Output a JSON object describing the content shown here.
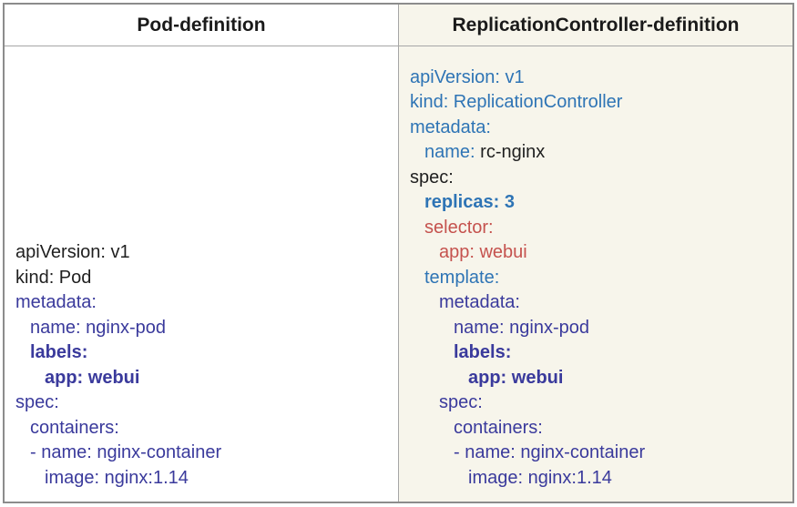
{
  "table": {
    "header": {
      "left_label": "Pod-definition",
      "right_label": "ReplicationController-definition"
    },
    "left_cell_bg": "#ffffff",
    "right_cell_bg": "#f7f5eb",
    "border_outer_color": "#8c8c8c",
    "border_inner_color": "#a6a6a6"
  },
  "colors": {
    "blue": "#2e74b5",
    "indigo": "#3a3a9c",
    "red": "#c5524e",
    "black": "#1f1f1f"
  },
  "pod_definition": {
    "lines": [
      {
        "indent": 0,
        "bold": false,
        "parts": [
          {
            "text": "apiVersion: v1",
            "color": "black"
          }
        ]
      },
      {
        "indent": 0,
        "bold": false,
        "parts": [
          {
            "text": "kind: Pod",
            "color": "black"
          }
        ]
      },
      {
        "indent": 0,
        "bold": false,
        "parts": [
          {
            "text": "metadata:",
            "color": "indigo"
          }
        ]
      },
      {
        "indent": 2,
        "bold": false,
        "parts": [
          {
            "text": "name: nginx-pod",
            "color": "indigo"
          }
        ]
      },
      {
        "indent": 2,
        "bold": true,
        "parts": [
          {
            "text": "labels:",
            "color": "indigo"
          }
        ]
      },
      {
        "indent": 4,
        "bold": true,
        "parts": [
          {
            "text": "app: webui",
            "color": "indigo"
          }
        ]
      },
      {
        "indent": 0,
        "bold": false,
        "parts": [
          {
            "text": "spec:",
            "color": "indigo"
          }
        ]
      },
      {
        "indent": 2,
        "bold": false,
        "parts": [
          {
            "text": "containers:",
            "color": "indigo"
          }
        ]
      },
      {
        "indent": 2,
        "bold": false,
        "parts": [
          {
            "text": "- name: nginx-container",
            "color": "indigo"
          }
        ]
      },
      {
        "indent": 4,
        "bold": false,
        "parts": [
          {
            "text": "image: nginx:1.14",
            "color": "indigo"
          }
        ]
      }
    ]
  },
  "rc_definition": {
    "lines": [
      {
        "indent": 0,
        "bold": false,
        "parts": [
          {
            "text": "apiVersion: v1",
            "color": "blue"
          }
        ]
      },
      {
        "indent": 0,
        "bold": false,
        "parts": [
          {
            "text": "kind: ReplicationController",
            "color": "blue"
          }
        ]
      },
      {
        "indent": 0,
        "bold": false,
        "parts": [
          {
            "text": "metadata:",
            "color": "blue"
          }
        ]
      },
      {
        "indent": 2,
        "bold": false,
        "parts": [
          {
            "text": "name: ",
            "color": "blue"
          },
          {
            "text": "rc-nginx",
            "color": "black"
          }
        ]
      },
      {
        "indent": 0,
        "bold": false,
        "parts": [
          {
            "text": "spec:",
            "color": "black"
          }
        ]
      },
      {
        "indent": 2,
        "bold": true,
        "parts": [
          {
            "text": "replicas: 3",
            "color": "blue"
          }
        ]
      },
      {
        "indent": 2,
        "bold": false,
        "parts": [
          {
            "text": "selector:",
            "color": "red"
          }
        ]
      },
      {
        "indent": 4,
        "bold": false,
        "parts": [
          {
            "text": "app: webui",
            "color": "red"
          }
        ]
      },
      {
        "indent": 2,
        "bold": false,
        "parts": [
          {
            "text": "template:",
            "color": "blue"
          }
        ]
      },
      {
        "indent": 4,
        "bold": false,
        "parts": [
          {
            "text": "metadata:",
            "color": "indigo"
          }
        ]
      },
      {
        "indent": 6,
        "bold": false,
        "parts": [
          {
            "text": "name: nginx-pod",
            "color": "indigo"
          }
        ]
      },
      {
        "indent": 6,
        "bold": true,
        "parts": [
          {
            "text": "labels:",
            "color": "indigo"
          }
        ]
      },
      {
        "indent": 8,
        "bold": true,
        "parts": [
          {
            "text": "app: webui",
            "color": "indigo"
          }
        ]
      },
      {
        "indent": 4,
        "bold": false,
        "parts": [
          {
            "text": "spec:",
            "color": "indigo"
          }
        ]
      },
      {
        "indent": 6,
        "bold": false,
        "parts": [
          {
            "text": "containers:",
            "color": "indigo"
          }
        ]
      },
      {
        "indent": 6,
        "bold": false,
        "parts": [
          {
            "text": "- name: nginx-container",
            "color": "indigo"
          }
        ]
      },
      {
        "indent": 8,
        "bold": false,
        "parts": [
          {
            "text": "image: nginx:1.14",
            "color": "indigo"
          }
        ]
      }
    ]
  }
}
